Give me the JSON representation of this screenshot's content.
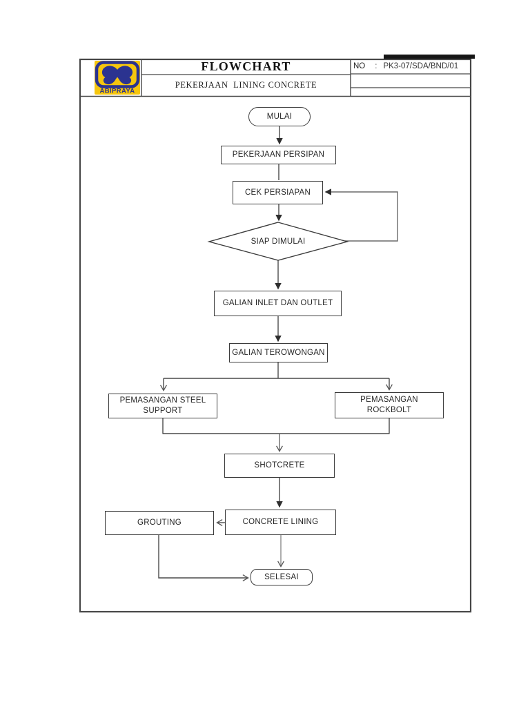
{
  "header": {
    "logo": {
      "text": "ABIPRAYA",
      "blue": "#2b3390",
      "yellow": "#f6c60d"
    },
    "title": "FLOWCHART",
    "subtitle": "PEKERJAAN  LINING CONCRETE",
    "doc_no_label": "NO",
    "doc_no_separator": ":",
    "doc_no_value": "PK3-07/SDA/BND/01"
  },
  "flowchart": {
    "line_color": "#4a4a4a",
    "nodes": [
      {
        "id": "mulai",
        "type": "terminator",
        "label": "MULAI"
      },
      {
        "id": "pekerjaan-persipan",
        "type": "process",
        "label": "PEKERJAAN PERSIPAN"
      },
      {
        "id": "cek-persiapan",
        "type": "process",
        "label": "CEK PERSIAPAN"
      },
      {
        "id": "siap-dimulai",
        "type": "decision",
        "label": "SIAP DIMULAI"
      },
      {
        "id": "galian-inlet-dan-outlet",
        "type": "process",
        "label": "GALIAN INLET DAN OUTLET"
      },
      {
        "id": "galian-terowongan",
        "type": "process",
        "label": "GALIAN TEROWONGAN"
      },
      {
        "id": "pemasangan-steel-support",
        "type": "process",
        "label": "PEMASANGAN STEEL SUPPORT"
      },
      {
        "id": "pemasangan-rockbolt",
        "type": "process",
        "label": "PEMASANGAN ROCKBOLT"
      },
      {
        "id": "shotcrete",
        "type": "process",
        "label": "SHOTCRETE"
      },
      {
        "id": "concrete-lining",
        "type": "process",
        "label": "CONCRETE LINING"
      },
      {
        "id": "grouting",
        "type": "process",
        "label": "GROUTING"
      },
      {
        "id": "selesai",
        "type": "terminator",
        "label": "SELESAI"
      }
    ],
    "edges": [
      {
        "from": "mulai",
        "to": "pekerjaan-persipan",
        "arrow": "filled"
      },
      {
        "from": "pekerjaan-persipan",
        "to": "cek-persiapan",
        "arrow": "none"
      },
      {
        "from": "cek-persiapan",
        "to": "siap-dimulai",
        "arrow": "filled"
      },
      {
        "from": "siap-dimulai",
        "to": "cek-persiapan",
        "arrow": "filled",
        "route": "right-loop"
      },
      {
        "from": "siap-dimulai",
        "to": "galian-inlet-dan-outlet",
        "arrow": "filled"
      },
      {
        "from": "galian-inlet-dan-outlet",
        "to": "galian-terowongan",
        "arrow": "filled"
      },
      {
        "from": "galian-terowongan",
        "to": "pemasangan-steel-support",
        "arrow": "open"
      },
      {
        "from": "galian-terowongan",
        "to": "pemasangan-rockbolt",
        "arrow": "open"
      },
      {
        "from": "pemasangan-steel-support",
        "to": "shotcrete",
        "arrow": "open"
      },
      {
        "from": "pemasangan-rockbolt",
        "to": "shotcrete",
        "arrow": "open"
      },
      {
        "from": "shotcrete",
        "to": "concrete-lining",
        "arrow": "filled"
      },
      {
        "from": "concrete-lining",
        "to": "grouting",
        "arrow": "open"
      },
      {
        "from": "concrete-lining",
        "to": "selesai",
        "arrow": "open"
      },
      {
        "from": "grouting",
        "to": "selesai",
        "arrow": "open"
      }
    ]
  }
}
